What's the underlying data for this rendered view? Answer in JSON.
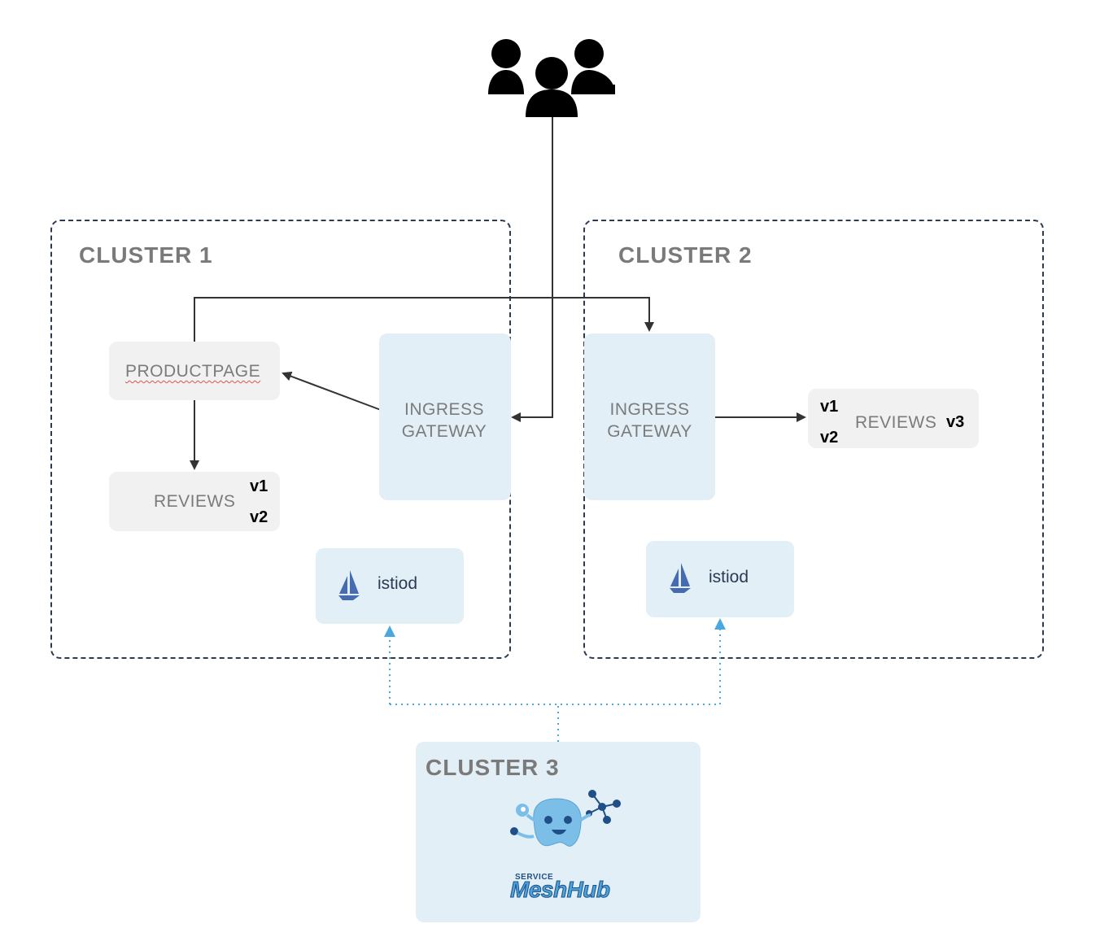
{
  "clusters": [
    {
      "title": "CLUSTER 1"
    },
    {
      "title": "CLUSTER 2"
    },
    {
      "title": "CLUSTER 3"
    }
  ],
  "cluster1": {
    "productpage_label": "PRODUCTPAGE",
    "reviews_label": "REVIEWS",
    "reviews_versions": [
      "v1",
      "v2"
    ],
    "gateway_line1": "INGRESS",
    "gateway_line2": "GATEWAY",
    "istiod_label": "istiod"
  },
  "cluster2": {
    "gateway_line1": "INGRESS",
    "gateway_line2": "GATEWAY",
    "reviews_label": "REVIEWS",
    "reviews_versions": [
      "v1",
      "v2",
      "v3"
    ],
    "istiod_label": "istiod"
  },
  "cluster3": {
    "logo_small_text": "SERVICE",
    "logo_text": "MeshHub"
  },
  "icons": {
    "users": "users-group-icon",
    "istio": "istio-sail-icon",
    "mascot": "service-mesh-hub-mascot-icon"
  },
  "colors": {
    "cluster_border": "#2e3b4e",
    "title_gray": "#7a7a7a",
    "node_blue": "#e3eff6",
    "node_grey": "#f1f1f1",
    "arrow": "#333333",
    "control_link": "#4aa8e0",
    "istio_blue": "#466bb0"
  }
}
